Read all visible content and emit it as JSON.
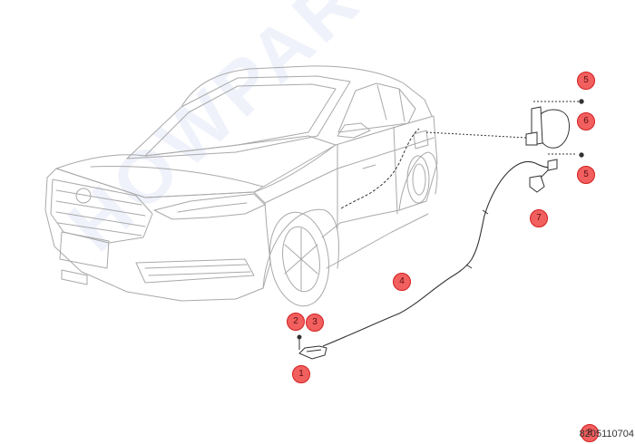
{
  "watermark": "HOWPARTS",
  "catalog_code": "8205110704",
  "callouts": {
    "c1": "1",
    "c2": "2",
    "c3": "3",
    "c4": "4",
    "c5a": "5",
    "c5b": "5",
    "c6": "6",
    "c7": "7",
    "c8": "8"
  },
  "colors": {
    "callout_fill": "#f25f5f",
    "callout_border": "#d21f1f",
    "line_art": "#999999",
    "parts": "#333333"
  }
}
